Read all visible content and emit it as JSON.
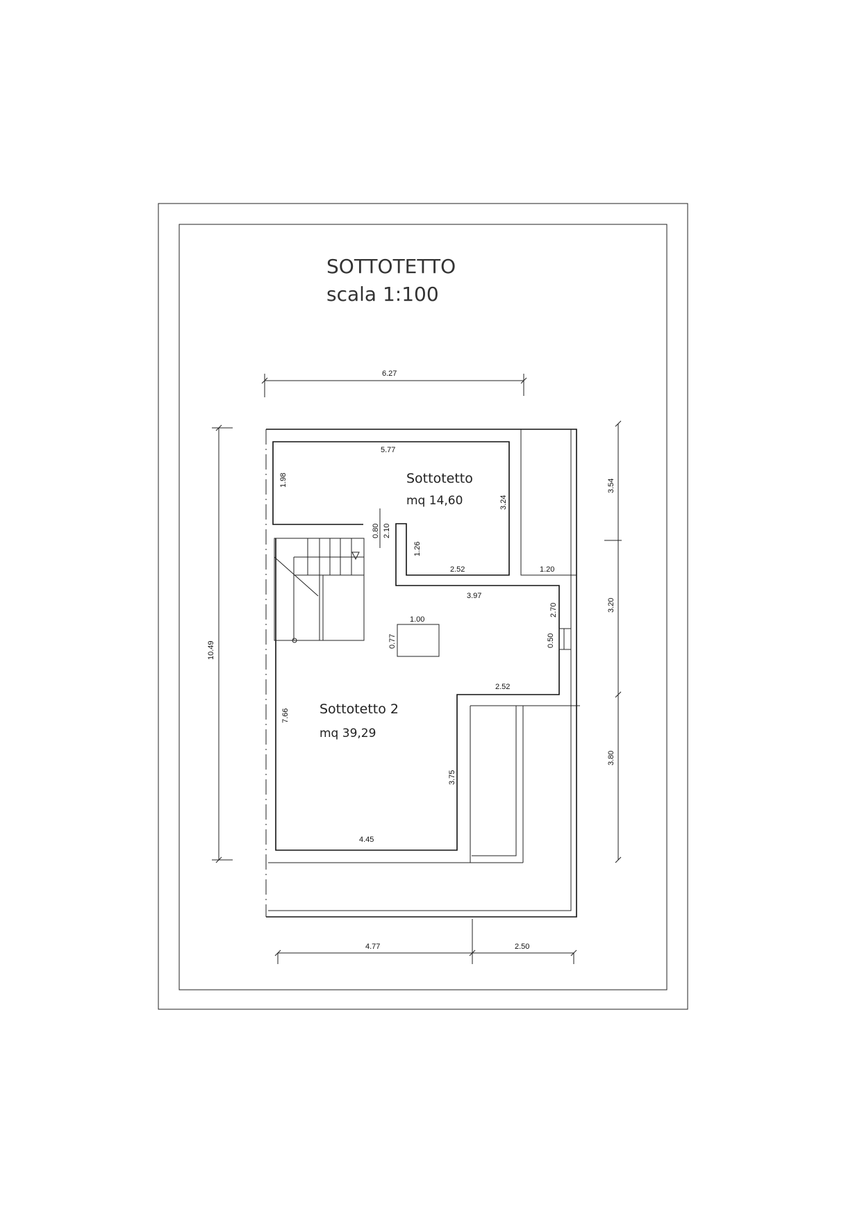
{
  "title": "SOTTOTETTO",
  "scale": "scala 1:100",
  "rooms": [
    {
      "name": "Sottotetto",
      "area": "mq 14,60"
    },
    {
      "name": "Sottotetto 2",
      "area": "mq 39,29"
    }
  ],
  "dims": {
    "top_overall": "6.27",
    "left_overall": "10.49",
    "right_1": "3.54",
    "right_2": "3.20",
    "right_3": "3.80",
    "bottom_1": "4.77",
    "bottom_2": "2.50",
    "r1_top": "5.77",
    "r1_left": "1.98",
    "r1_right": "3.24",
    "r1_inner": "1.26",
    "r1_bottom": "2.52",
    "col_width": "1.20",
    "door_width": "0.80",
    "door_height": "2.10",
    "r2_top": "3.97",
    "r2_right_upper": "2.70",
    "window": "0.50",
    "table_w": "1.00",
    "table_h": "0.77",
    "r2_step": "2.52",
    "r2_left": "7.66",
    "r2_inner": "3.75",
    "r2_bottom": "4.45"
  }
}
